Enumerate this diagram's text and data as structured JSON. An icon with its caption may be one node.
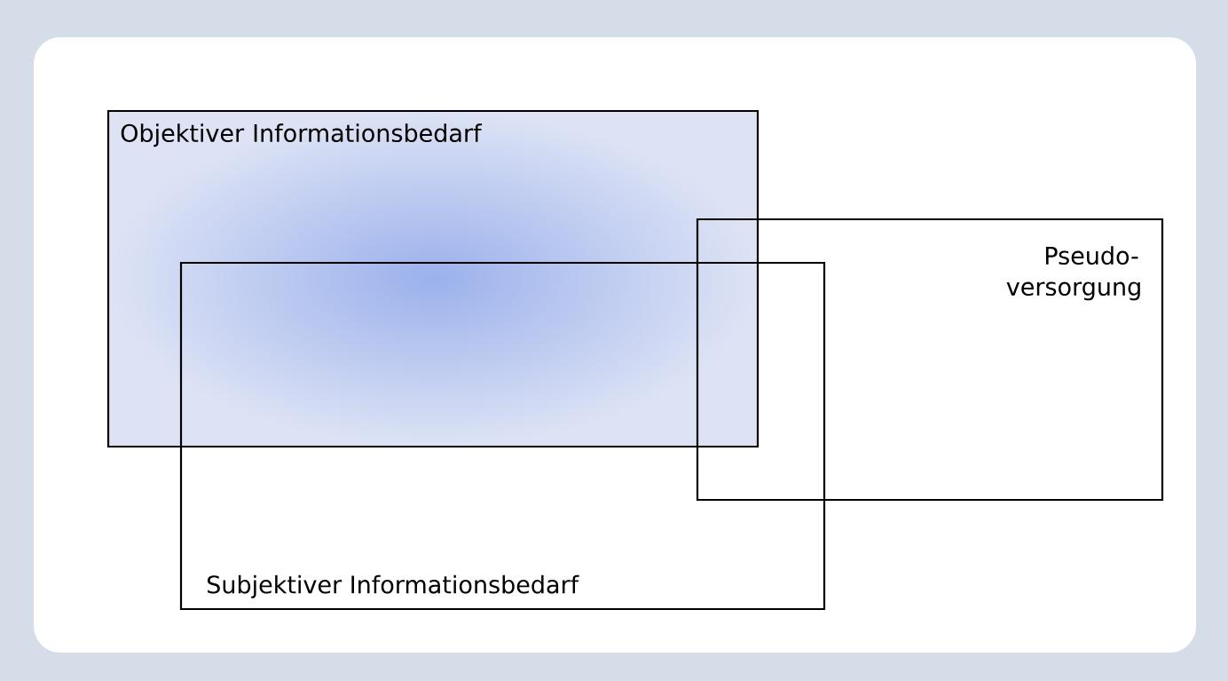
{
  "diagram": {
    "nodes": [
      {
        "text": [
          "Objektiver Informationsbedarf"
        ]
      },
      {
        "text": [
          "Pseudo- versorgung"
        ]
      },
      {
        "text": [
          "Subjektiver Informationsbedarf"
        ]
      }
    ]
  }
}
